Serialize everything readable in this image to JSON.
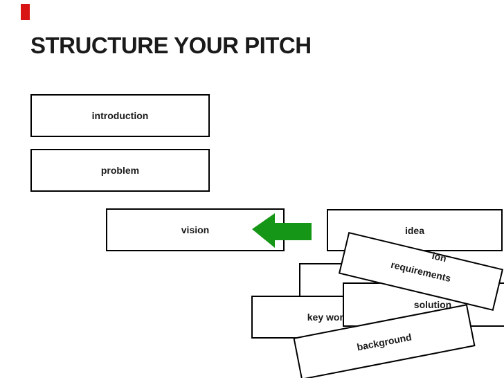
{
  "slide": {
    "title": "STRUCTURE YOUR PITCH"
  },
  "sequence_boxes": {
    "introduction": "introduction",
    "problem": "problem",
    "vision": "vision",
    "idea": "idea"
  },
  "scattered_boxes": {
    "requirements": "requirements",
    "solution": "solution",
    "key_words": "key words",
    "background": "background",
    "partial_text_fragment": "ion"
  },
  "colors": {
    "accent_red": "#d91414",
    "arrow_green": "#169616",
    "box_border": "#000000",
    "text": "#1a1a1a",
    "background": "#ffffff"
  }
}
